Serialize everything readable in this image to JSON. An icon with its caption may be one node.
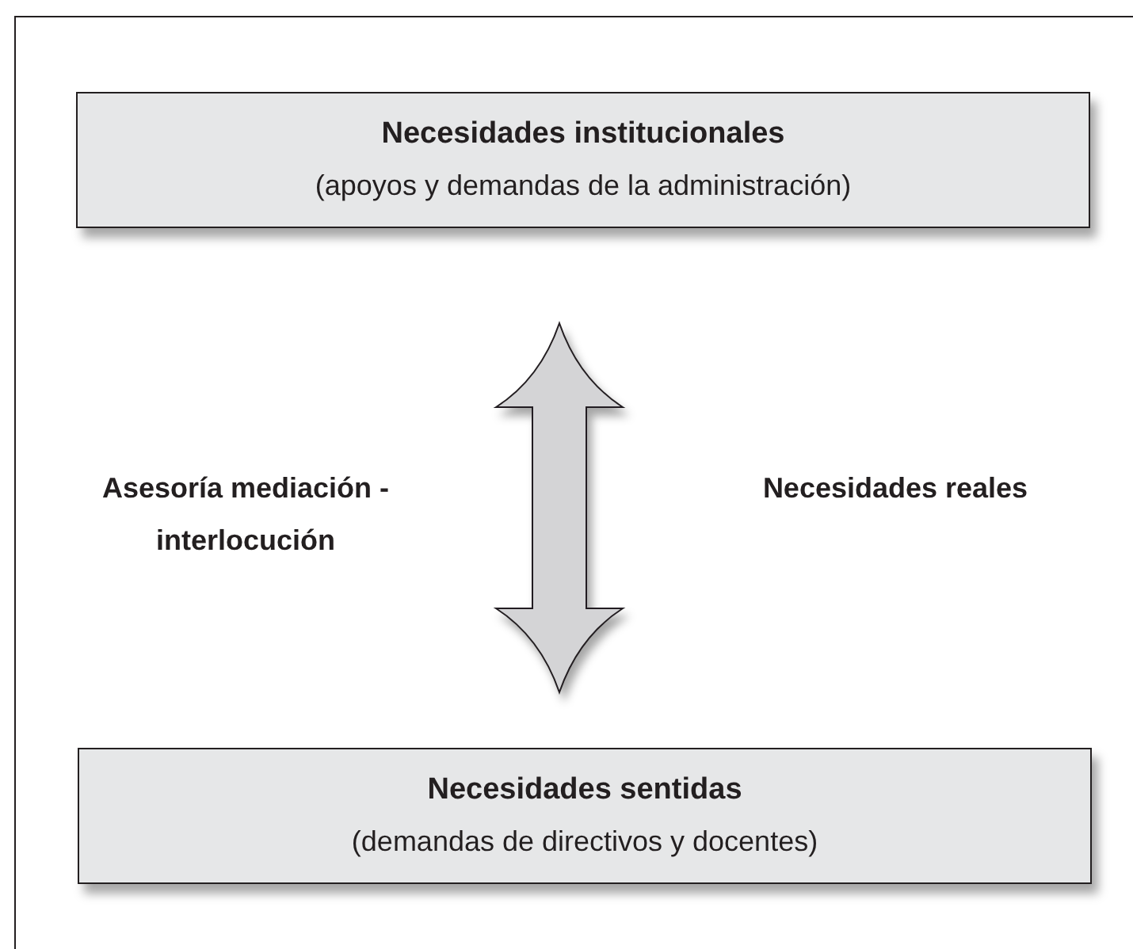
{
  "diagram": {
    "nodes": [
      {
        "text": [
          "Necesidades institucionales",
          "(apoyos y demandas de la administración)"
        ]
      },
      {
        "text": [
          "Necesidades sentidas",
          "(demandas de directivos y docentes)"
        ]
      }
    ],
    "edges": [
      {
        "from": 0,
        "to": 1,
        "arrow": "both",
        "style": "thick"
      }
    ],
    "labels": [
      "Asesoría mediación - interlocución",
      "Necesidades reales"
    ]
  }
}
